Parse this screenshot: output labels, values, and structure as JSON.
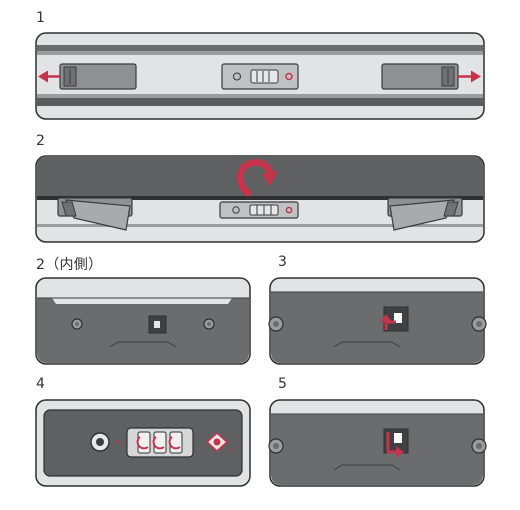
{
  "steps": [
    {
      "number": "1"
    },
    {
      "number": "2"
    },
    {
      "number": "2（内側）"
    },
    {
      "number": "3"
    },
    {
      "number": "4"
    },
    {
      "number": "5"
    }
  ],
  "colors": {
    "accent_red": "#c4344a",
    "case_dark": "#5a5c5e",
    "case_mid": "#8a8c8e",
    "case_light": "#d8d9da",
    "rail_light": "#e4e5e6",
    "outline": "#2e2f30"
  },
  "icons": [
    "arrow-left-icon",
    "arrow-right-icon",
    "rotate-arrow-icon",
    "latch-icon",
    "lock-icon",
    "screw-icon",
    "slide-arrow-icon",
    "dial-icon"
  ]
}
